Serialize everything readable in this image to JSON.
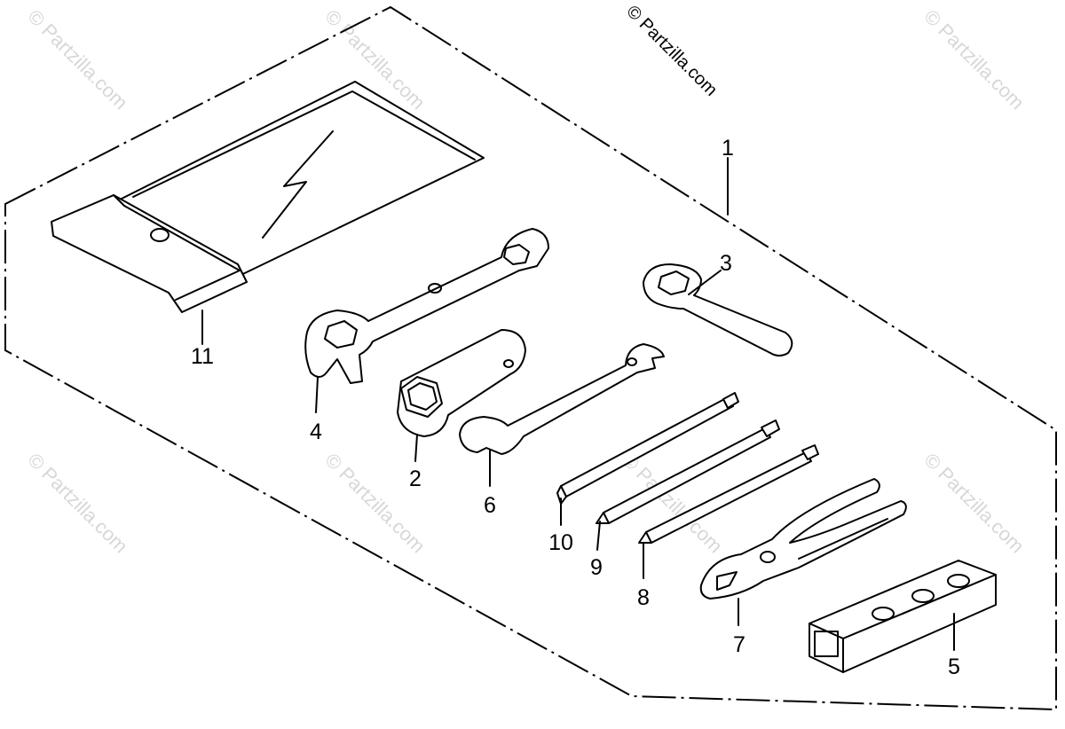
{
  "diagram": {
    "credit": "© Partzilla.com",
    "watermark": "© Partzilla.com",
    "callouts": [
      {
        "id": "1",
        "label": "1"
      },
      {
        "id": "2",
        "label": "2"
      },
      {
        "id": "3",
        "label": "3"
      },
      {
        "id": "4",
        "label": "4"
      },
      {
        "id": "5",
        "label": "5"
      },
      {
        "id": "6",
        "label": "6"
      },
      {
        "id": "7",
        "label": "7"
      },
      {
        "id": "8",
        "label": "8"
      },
      {
        "id": "9",
        "label": "9"
      },
      {
        "id": "10",
        "label": "10"
      },
      {
        "id": "11",
        "label": "11"
      }
    ]
  }
}
